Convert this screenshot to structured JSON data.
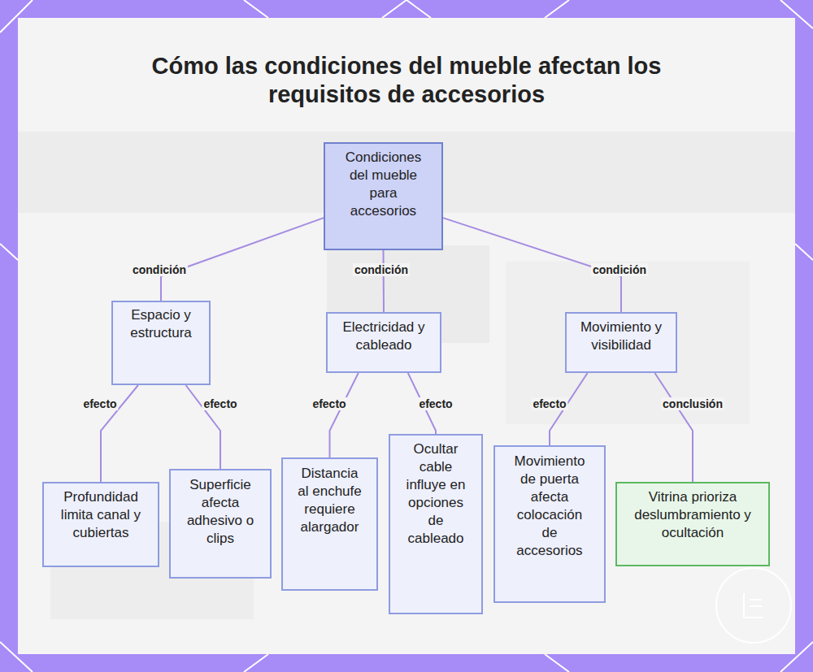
{
  "diagram": {
    "title": "Cómo las condiciones del mueble afectan los requisitos de accesorios",
    "nodes": [
      {
        "text": [
          "Condiciones del mueble para accesorios"
        ]
      },
      {
        "text": [
          "Espacio y estructura"
        ]
      },
      {
        "text": [
          "Electricidad y cableado"
        ]
      },
      {
        "text": [
          "Movimiento y visibilidad"
        ]
      },
      {
        "text": [
          "Profundidad limita canal y cubiertas"
        ]
      },
      {
        "text": [
          "Superficie afecta adhesivo o clips"
        ]
      },
      {
        "text": [
          "Distancia al enchufe requiere alargador"
        ]
      },
      {
        "text": [
          "Ocultar cable influye en opciones de cableado"
        ]
      },
      {
        "text": [
          "Movimiento de puerta afecta colocación de accesorios"
        ]
      },
      {
        "text": [
          "Vitrina prioriza deslumbramiento y ocultación"
        ]
      }
    ],
    "edges": [
      {
        "from": 0,
        "to": 1,
        "label": "condición",
        "arrow": "none"
      },
      {
        "from": 0,
        "to": 2,
        "label": "condición",
        "arrow": "none"
      },
      {
        "from": 0,
        "to": 3,
        "label": "condición",
        "arrow": "none"
      },
      {
        "from": 1,
        "to": 4,
        "label": "efecto",
        "arrow": "none"
      },
      {
        "from": 1,
        "to": 5,
        "label": "efecto",
        "arrow": "none"
      },
      {
        "from": 2,
        "to": 6,
        "label": "efecto",
        "arrow": "none"
      },
      {
        "from": 2,
        "to": 7,
        "label": "efecto",
        "arrow": "none"
      },
      {
        "from": 3,
        "to": 8,
        "label": "efecto",
        "arrow": "none"
      },
      {
        "from": 3,
        "to": 9,
        "label": "conclusión",
        "arrow": "none"
      }
    ]
  }
}
